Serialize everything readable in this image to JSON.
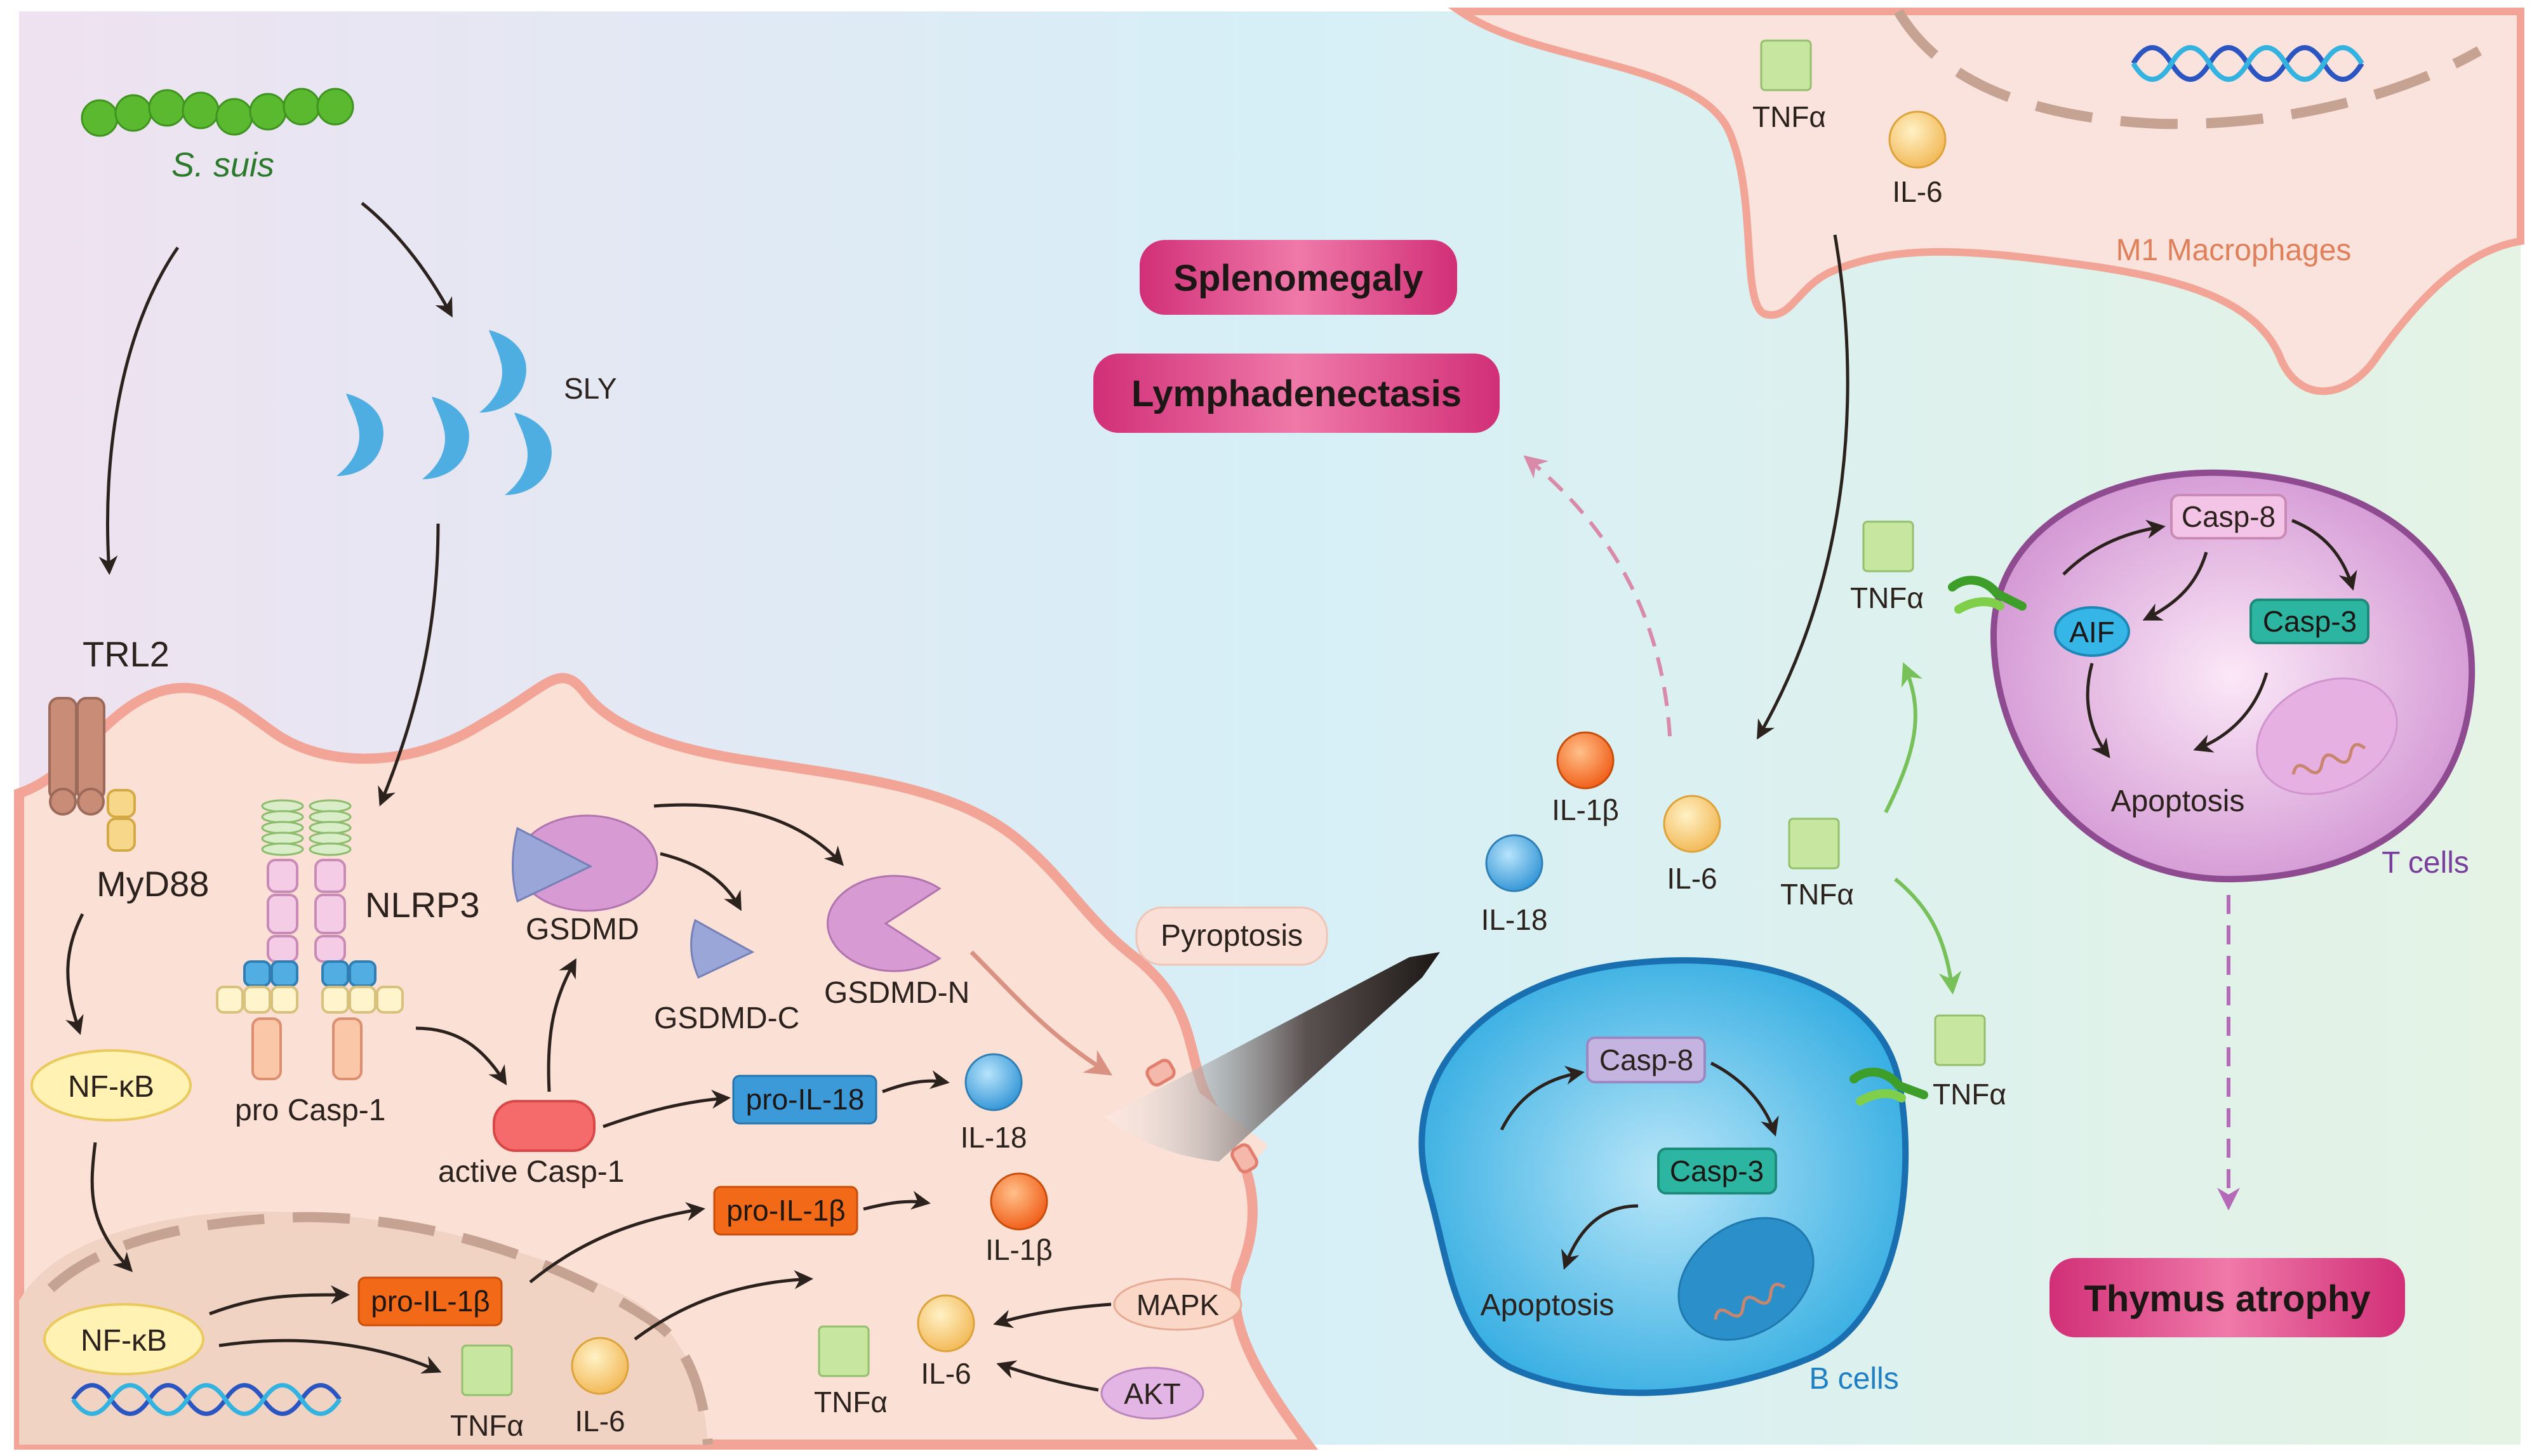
{
  "pathogen": {
    "name": "S. suis",
    "toxin": "SLY"
  },
  "receptors": {
    "tlr": "TRL2",
    "myd88": "MyD88",
    "nlrp3": "NLRP3",
    "pro_casp1": "pro Casp-1",
    "active_casp1": "active Casp-1"
  },
  "signaling": {
    "nfkb_cyto": "NF-κB",
    "nfkb_nuc": "NF-κB",
    "mapk": "MAPK",
    "akt": "AKT"
  },
  "gasdermin": {
    "gsdmd": "GSDMD",
    "gsdmd_c": "GSDMD-C",
    "gsdmd_n": "GSDMD-N",
    "pyroptosis": "Pyroptosis"
  },
  "cytokine_labels": {
    "pro_il18": "pro-IL-18",
    "il18_cell": "IL-18",
    "pro_il1b_nuc": "pro-IL-1β",
    "pro_il1b_cyto": "pro-IL-1β",
    "il1b_cell": "IL-1β",
    "tnfa_nuc": "TNFα",
    "il6_nuc": "IL-6",
    "tnfa_cyto": "TNFα",
    "il6_cyto": "IL-6",
    "il1b_out": "IL-1β",
    "il18_out": "IL-18",
    "il6_out": "IL-6",
    "tnfa_out": "TNFα",
    "tnfa_mac": "TNFα",
    "il6_mac": "IL-6",
    "tnfa_t": "TNFα",
    "tnfa_b": "TNFα"
  },
  "outcomes": {
    "splenomegaly": "Splenomegaly",
    "lymphadenectasis": "Lymphadenectasis",
    "thymus_atrophy": "Thymus atrophy"
  },
  "macrophage": {
    "label": "M1 Macrophages"
  },
  "t_cell": {
    "label": "T cells",
    "casp8": "Casp-8",
    "casp3": "Casp-3",
    "aif": "AIF",
    "apoptosis": "Apoptosis"
  },
  "b_cell": {
    "label": "B cells",
    "casp8": "Casp-8",
    "casp3": "Casp-3",
    "apoptosis": "Apoptosis"
  },
  "colors": {
    "membrane": "#f2a596",
    "arrow": "#2b211d",
    "magenta_badge": "#d6347a",
    "green_arrow": "#78c15a",
    "purple_dashed": "#b56ab8",
    "b_cell_fill": "#36b4e6",
    "t_cell_fill": "#d59ad5",
    "bacteria": "#5ab92f"
  }
}
